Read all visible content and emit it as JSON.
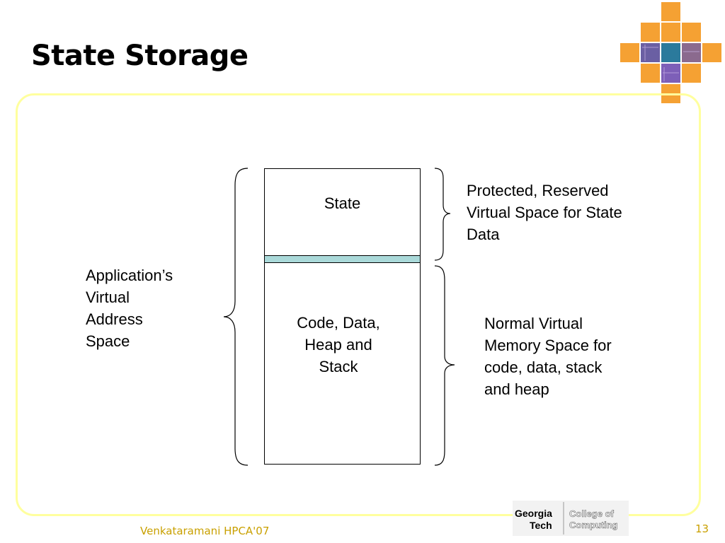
{
  "slide": {
    "title": "State Storage",
    "footer_author": "Venkataramani HPCA'07",
    "page_number": "13"
  },
  "diagram": {
    "state_label": "State",
    "code_label": [
      "Code, Data,",
      "Heap and",
      "Stack"
    ],
    "left_label": [
      "Application’s",
      "Virtual",
      "Address",
      "Space"
    ],
    "top_right_label": [
      "Protected, Reserved",
      "Virtual Space for State",
      "Data"
    ],
    "bottom_right_label": [
      "Normal Virtual",
      "Memory Space for",
      "code, data, stack",
      "and heap"
    ]
  },
  "logo": {
    "name_line1": "Georgia",
    "name_line2": "Tech",
    "college_line1": "College of",
    "college_line2": "Computing"
  },
  "colors": {
    "frame_border": "#ffff9e",
    "divider_fill": "#aad9d9",
    "deco_orange": "#f5a133",
    "footer_text": "#c9a000"
  }
}
